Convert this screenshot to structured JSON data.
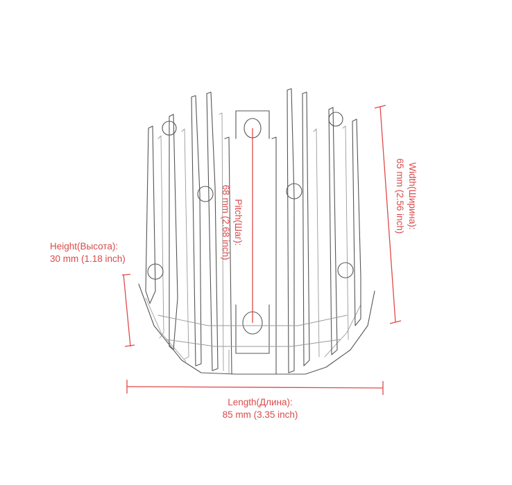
{
  "dimensions": {
    "length": {
      "label": "Length(Длина):",
      "value": "85 mm (3.35 inch)"
    },
    "width": {
      "label": "Width(Ширина):",
      "value": "65 mm (2.56 inch)"
    },
    "height": {
      "label": "Height(Высота):",
      "value": "30 mm (1.18 inch)"
    },
    "pitch": {
      "label": "Pitch(Шаг):",
      "value": "68 mm (2.68 inch)"
    }
  },
  "colors": {
    "dimension": "#d94a4a",
    "sketch": "#555555"
  },
  "icon": "heatsink-sketch"
}
